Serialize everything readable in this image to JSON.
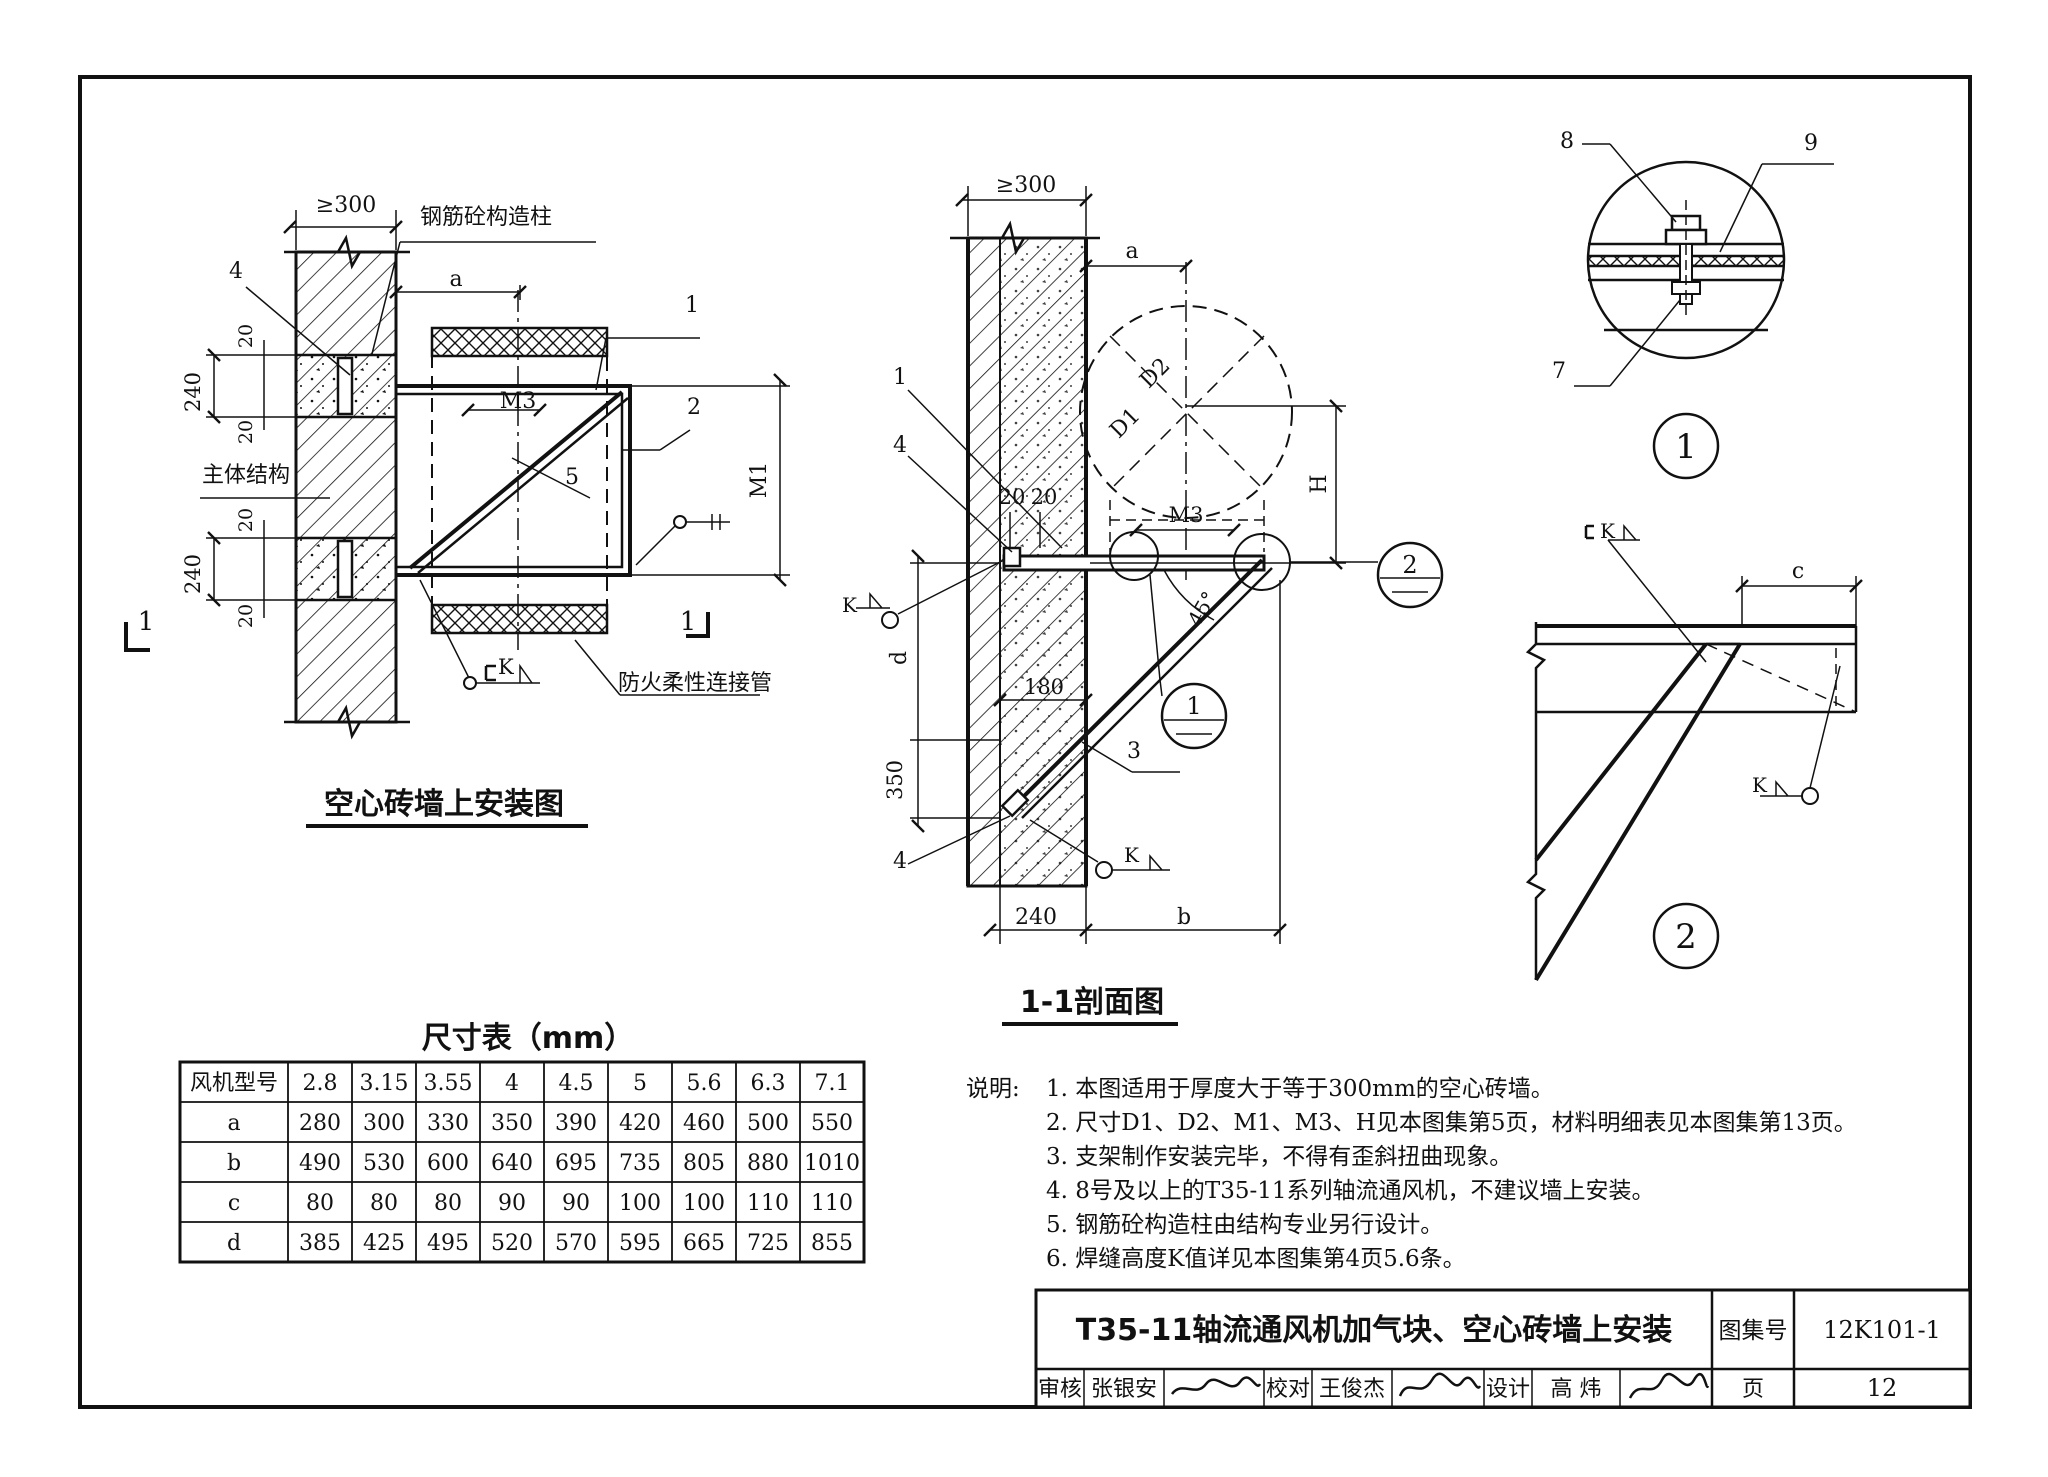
{
  "drawing": {
    "title": "T35-11轴流通风机加气块、空心砖墙上安装",
    "atlas_label": "图集号",
    "atlas_no": "12K101-1",
    "page_label": "页",
    "page_no": "12",
    "review_label": "审核",
    "reviewer": "张银安",
    "check_label": "校对",
    "checker": "王俊杰",
    "design_label": "设计",
    "designer": "高 炜"
  },
  "left_view": {
    "caption": "空心砖墙上安装图",
    "col_label": "钢筋砼构造柱",
    "wall_label": "主体结构",
    "flex_label": "防火柔性连接管",
    "dim_300": "≥300",
    "dim_a": "a",
    "dim_240a": "240",
    "dim_240b": "240",
    "dim_20a": "20",
    "dim_20b": "20",
    "dim_20c": "20",
    "dim_20d": "20",
    "dim_m3": "M3",
    "dim_m1": "M1",
    "item_1": "1",
    "item_2": "2",
    "item_4": "4",
    "item_5": "5",
    "weld_k": "K",
    "section_mark": "1"
  },
  "section_view": {
    "caption": "1-1剖面图",
    "dim_300": "≥300",
    "dim_a": "a",
    "dim_d2": "D2",
    "dim_d1": "D1",
    "dim_h": "H",
    "dim_m3": "M3",
    "dim_20a": "20",
    "dim_20b": "20",
    "dim_d": "d",
    "dim_180": "180",
    "dim_350": "350",
    "dim_240": "240",
    "dim_b": "b",
    "angle": "45°",
    "item_1": "1",
    "item_3": "3",
    "item_4a": "4",
    "item_4b": "4",
    "detail_1": "1",
    "detail_2": "2",
    "weld_k": "K"
  },
  "detail1": {
    "item_7": "7",
    "item_8": "8",
    "item_9": "9",
    "label": "1"
  },
  "detail2": {
    "dim_c": "c",
    "weld_k": "K",
    "label": "2"
  },
  "dim_table": {
    "title": "尺寸表（mm）",
    "header": [
      "风机型号",
      "2.8",
      "3.15",
      "3.55",
      "4",
      "4.5",
      "5",
      "5.6",
      "6.3",
      "7.1"
    ],
    "rows": [
      [
        "a",
        "280",
        "300",
        "330",
        "350",
        "390",
        "420",
        "460",
        "500",
        "550"
      ],
      [
        "b",
        "490",
        "530",
        "600",
        "640",
        "695",
        "735",
        "805",
        "880",
        "1010"
      ],
      [
        "c",
        "80",
        "80",
        "80",
        "90",
        "90",
        "100",
        "100",
        "110",
        "110"
      ],
      [
        "d",
        "385",
        "425",
        "495",
        "520",
        "570",
        "595",
        "665",
        "725",
        "855"
      ]
    ]
  },
  "notes": {
    "label": "说明:",
    "items": [
      "1. 本图适用于厚度大于等于300mm的空心砖墙。",
      "2. 尺寸D1、D2、M1、M3、H见本图集第5页，材料明细表见本图集第13页。",
      "3. 支架制作安装完毕，不得有歪斜扭曲现象。",
      "4. 8号及以上的T35-11系列轴流通风机，不建议墙上安装。",
      "5. 钢筋砼构造柱由结构专业另行设计。",
      "6. 焊缝高度K值详见本图集第4页5.6条。"
    ]
  }
}
